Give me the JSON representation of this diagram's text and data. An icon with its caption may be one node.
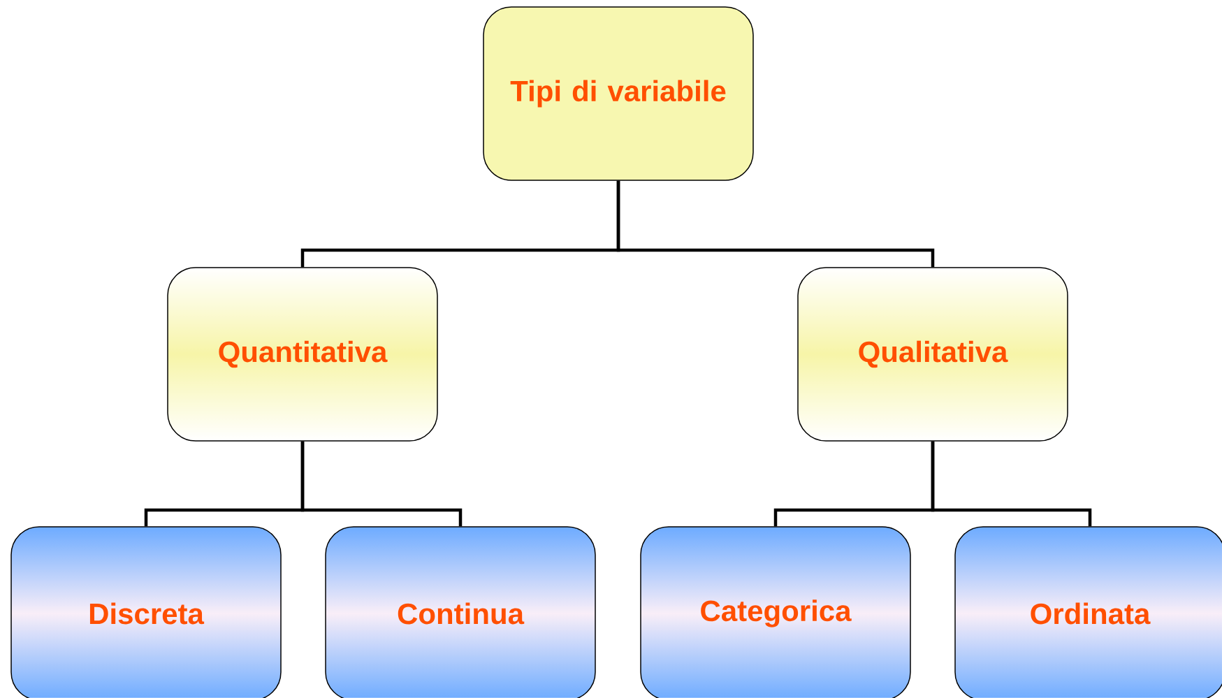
{
  "diagram": {
    "nodes": [
      {
        "text": [
          "Tipi di variabile"
        ]
      },
      {
        "text": [
          "Quantitativa"
        ]
      },
      {
        "text": [
          "Qualitativa"
        ]
      },
      {
        "text": [
          "Discreta"
        ]
      },
      {
        "text": [
          "Continua"
        ]
      },
      {
        "text": [
          "Categorica"
        ]
      },
      {
        "text": [
          "Ordinata"
        ]
      }
    ],
    "edges": [
      {
        "from": 0,
        "to": 1,
        "arrow": "none"
      },
      {
        "from": 0,
        "to": 2,
        "arrow": "none"
      },
      {
        "from": 1,
        "to": 3,
        "arrow": "none"
      },
      {
        "from": 1,
        "to": 4,
        "arrow": "none"
      },
      {
        "from": 2,
        "to": 5,
        "arrow": "none"
      },
      {
        "from": 2,
        "to": 6,
        "arrow": "none"
      }
    ]
  }
}
